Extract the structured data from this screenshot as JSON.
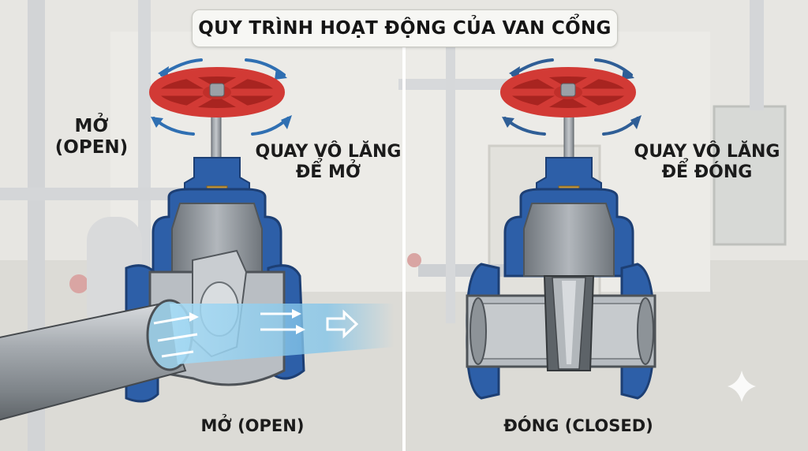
{
  "title": "QUY TRÌNH HOẠT ĐỘNG CỦA VAN CỔNG",
  "left": {
    "state_label": "MỞ\n(OPEN)",
    "action_label": "QUAY VÔ LĂNG\nĐỂ MỞ",
    "caption": "MỞ (OPEN)"
  },
  "right": {
    "action_label": "QUAY VÔ LĂNG\nĐỂ ĐÓNG",
    "caption": "ĐÓNG (CLOSED)"
  },
  "icons": [
    "handwheel-icon",
    "rotation-arrow-icon",
    "flow-arrow-icon",
    "sparkle-icon"
  ],
  "colors": {
    "handwheel": "#d23a35",
    "valve_body": "#2d5fa8",
    "metal": "#9aa0a6",
    "water": "#7fc4ea",
    "brass": "#c99a3a",
    "wall": "#e9e8e4"
  }
}
